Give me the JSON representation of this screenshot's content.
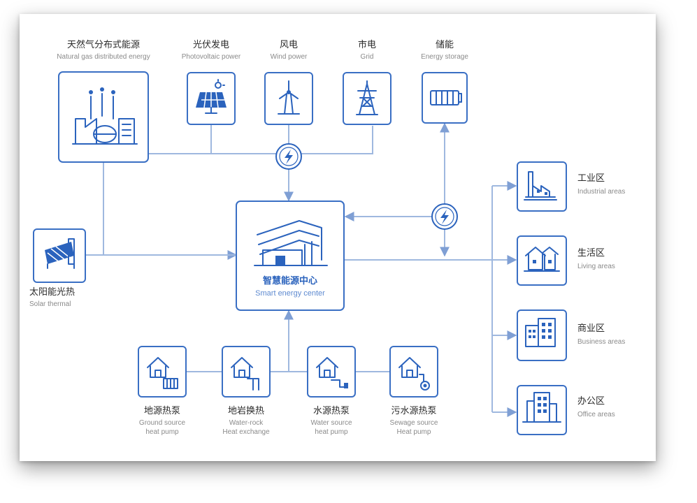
{
  "sources_top": [
    {
      "id": "natural-gas",
      "cn": "天然气分布式能源",
      "en": "Natural gas distributed energy",
      "icon": "power-plant-icon"
    },
    {
      "id": "photovoltaic",
      "cn": "光伏发电",
      "en": "Photovoltaic power",
      "icon": "solar-panel-icon"
    },
    {
      "id": "wind",
      "cn": "风电",
      "en": "Wind power",
      "icon": "wind-turbine-icon"
    },
    {
      "id": "grid",
      "cn": "市电",
      "en": "Grid",
      "icon": "pylon-icon"
    },
    {
      "id": "storage",
      "cn": "储能",
      "en": "Energy storage",
      "icon": "battery-icon"
    }
  ],
  "solar_thermal": {
    "cn": "太阳能光热",
    "en": "Solar thermal",
    "icon": "solar-thermal-icon"
  },
  "center": {
    "cn": "智慧能源中心",
    "en": "Smart energy center",
    "icon": "building-icon"
  },
  "hubs": [
    "lightning-icon",
    "lightning-icon"
  ],
  "heat_sources": [
    {
      "id": "ground",
      "cn": "地源热泵",
      "en_line1": "Ground source",
      "en_line2": "heat pump",
      "icon": "house-ground-icon"
    },
    {
      "id": "water-rock",
      "cn": "地岩换热",
      "en_line1": "Water-rock",
      "en_line2": "Heat exchange",
      "icon": "house-rock-icon"
    },
    {
      "id": "water",
      "cn": "水源热泵",
      "en_line1": "Water source",
      "en_line2": "heat pump",
      "icon": "house-water-icon"
    },
    {
      "id": "sewage",
      "cn": "污水源热泵",
      "en_line1": "Sewage source",
      "en_line2": "Heat pump",
      "icon": "house-sewage-icon"
    }
  ],
  "areas": [
    {
      "id": "industrial",
      "cn": "工业区",
      "en": "Industrial areas",
      "icon": "factory-icon"
    },
    {
      "id": "living",
      "cn": "生活区",
      "en": "Living areas",
      "icon": "houses-icon"
    },
    {
      "id": "business",
      "cn": "商业区",
      "en": "Business areas",
      "icon": "shop-icon"
    },
    {
      "id": "office",
      "cn": "办公区",
      "en": "Office areas",
      "icon": "office-icon"
    }
  ],
  "colors": {
    "accent": "#2b63bd",
    "line": "#9fb8df",
    "text": "#2a2a2a",
    "subtext": "#8a8a8a"
  }
}
